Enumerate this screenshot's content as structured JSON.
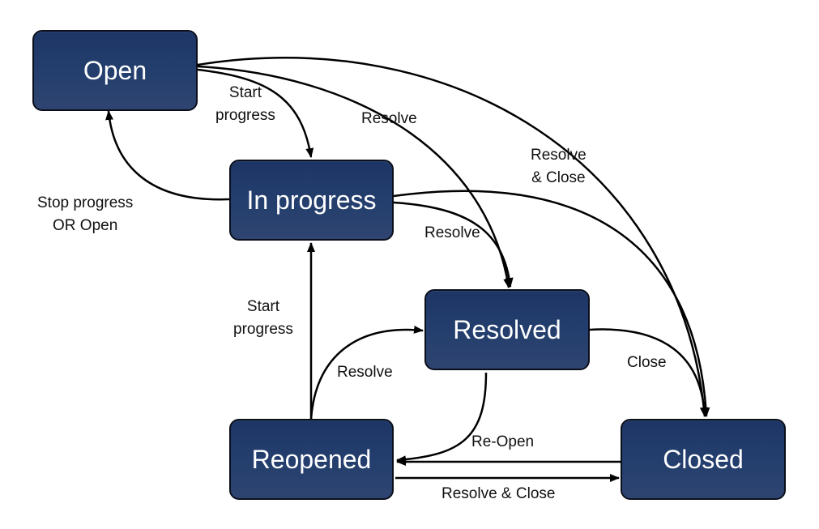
{
  "states": {
    "open": "Open",
    "in_progress": "In progress",
    "resolved": "Resolved",
    "reopened": "Reopened",
    "closed": "Closed"
  },
  "transitions": {
    "start_progress_open": "Start\nprogress",
    "resolve_open": "Resolve",
    "resolve_close_open": "Resolve\n& Close",
    "stop_progress": "Stop progress\nOR Open",
    "resolve_in_progress": "Resolve",
    "start_progress_reopened": "Start\nprogress",
    "resolve_reopened": "Resolve",
    "close_resolved": "Close",
    "reopen": "Re-Open",
    "resolve_close_reopened": "Resolve & Close"
  },
  "colors": {
    "node_fill": "#243f6e",
    "node_border": "#0b0f1a",
    "edge": "#000000",
    "label_text": "#111111",
    "node_text": "#ffffff"
  }
}
